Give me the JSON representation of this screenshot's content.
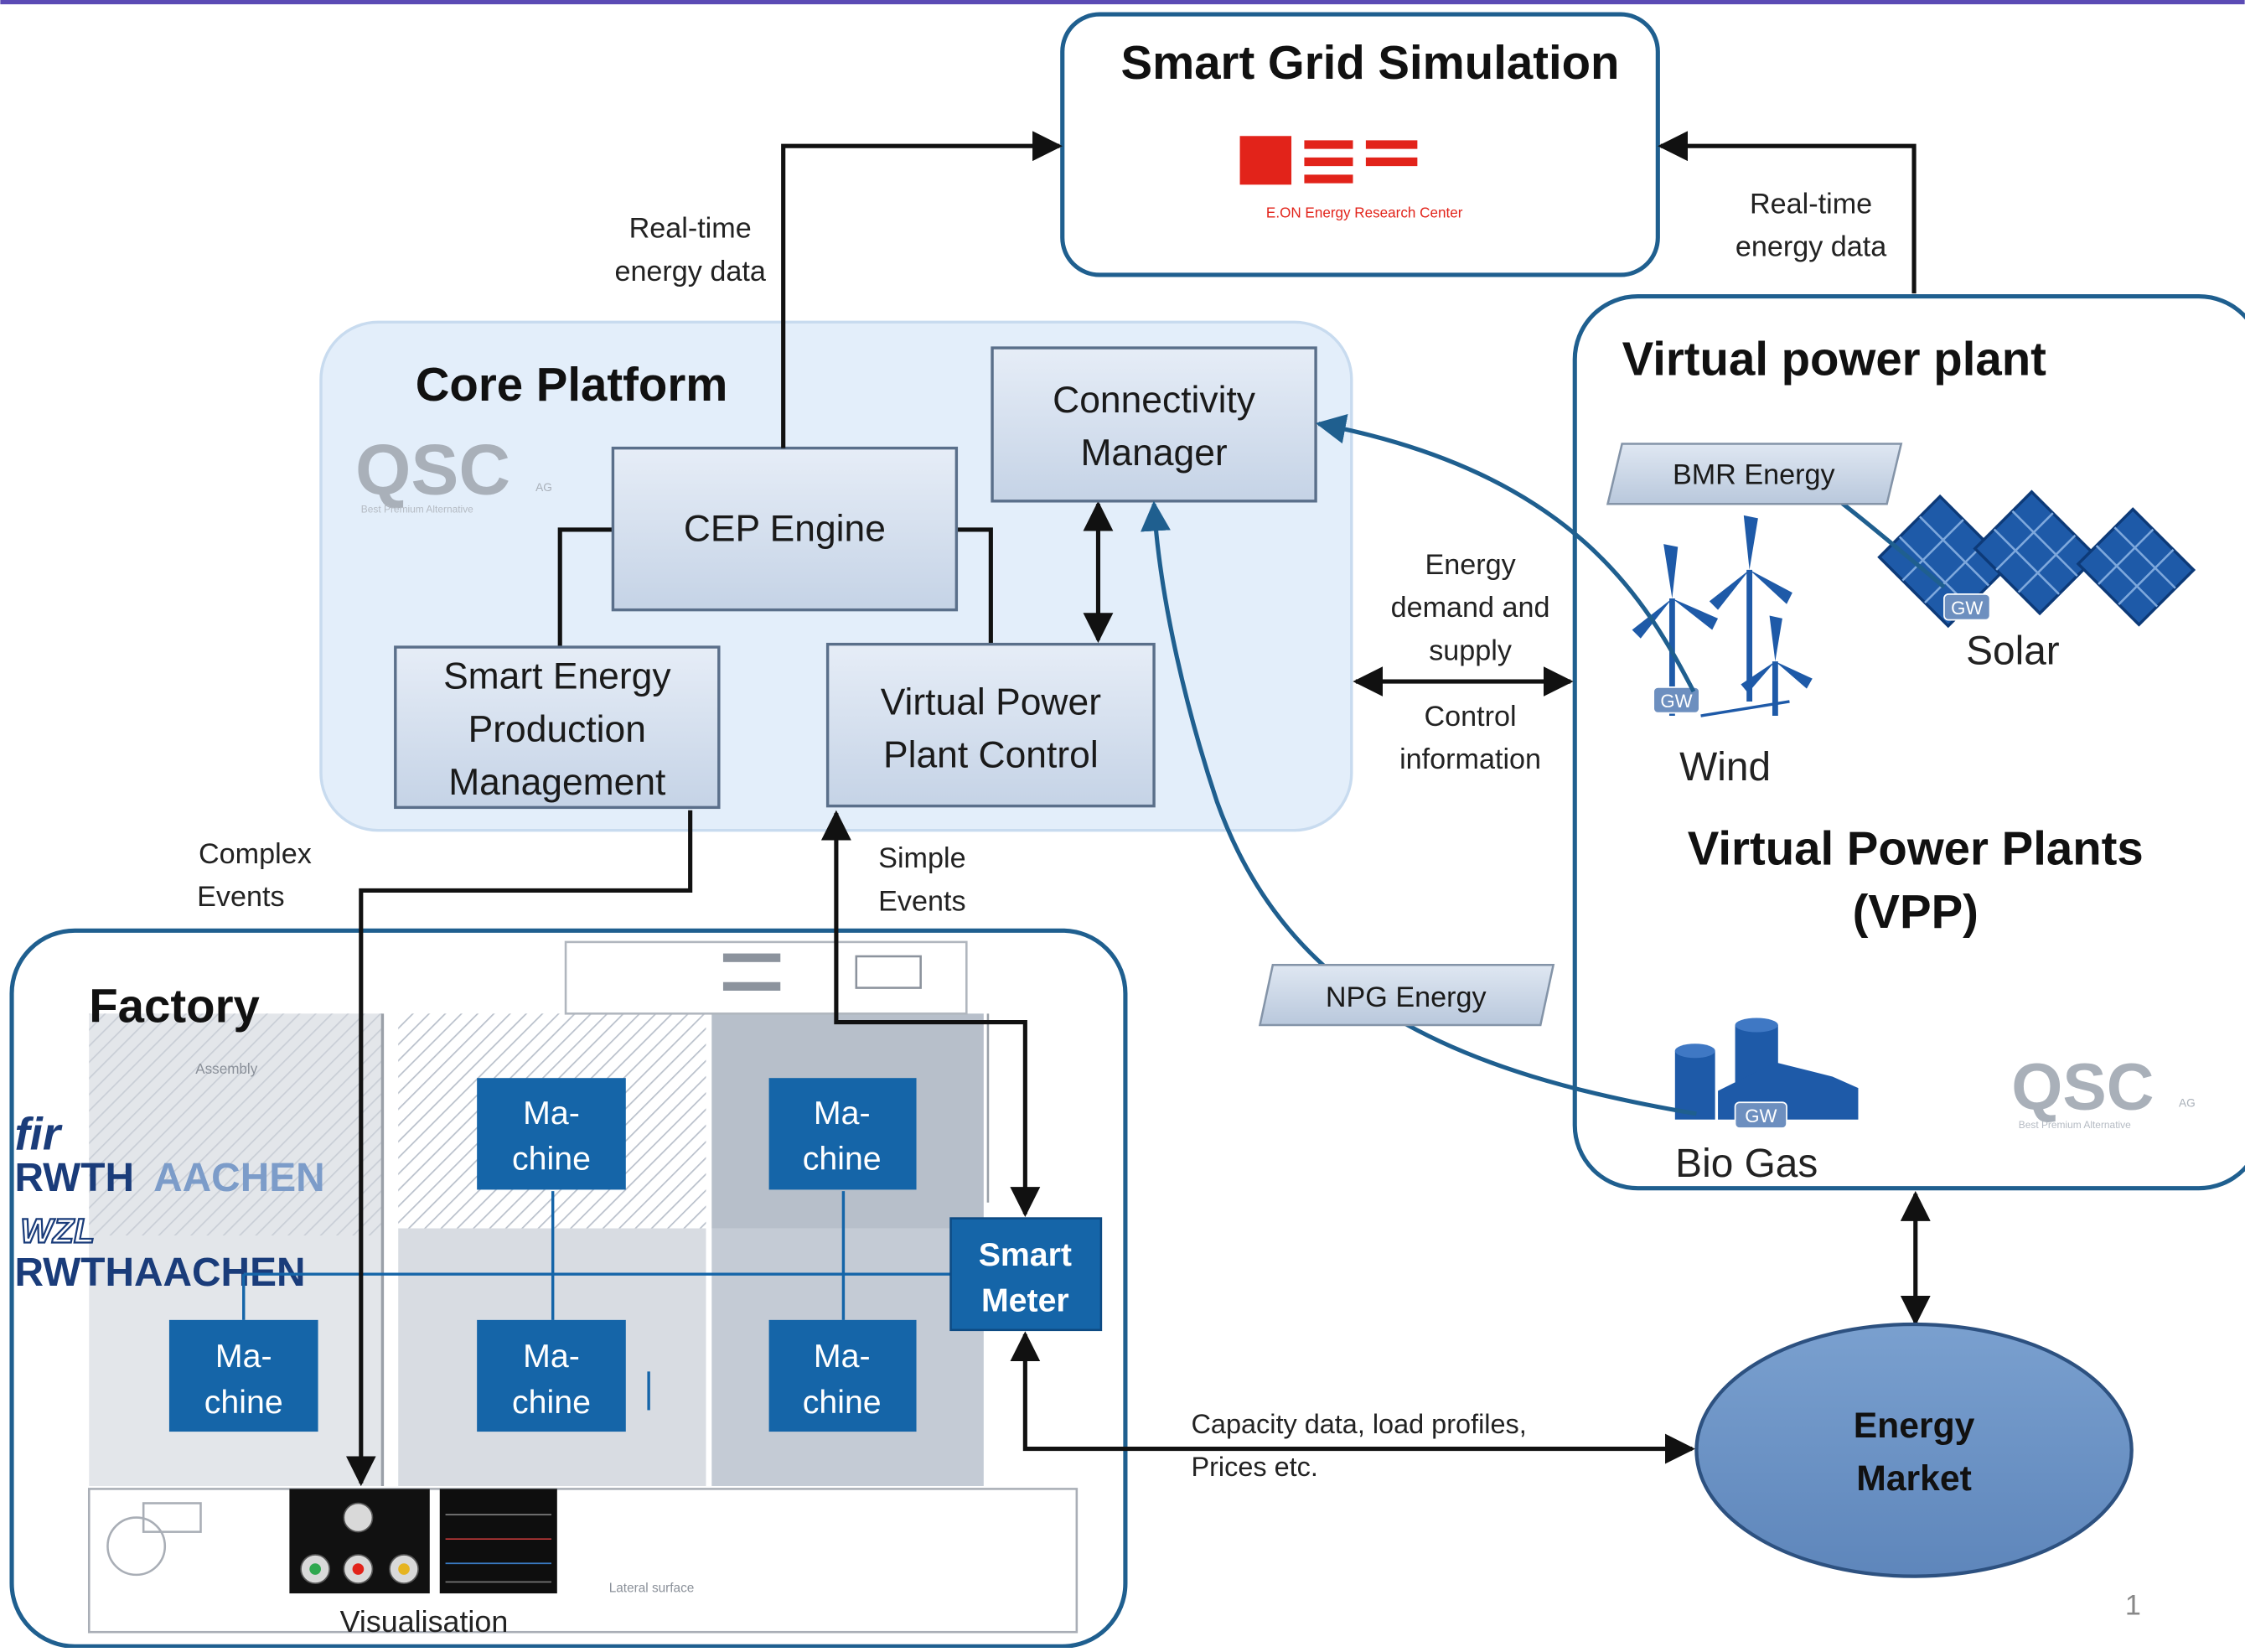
{
  "smart_grid": {
    "title": "Smart Grid Simulation",
    "logo_text": "E.ON Energy Research Center"
  },
  "core_platform": {
    "title": "Core Platform",
    "qsc_logo": "QSC",
    "qsc_suffix": "AG",
    "qsc_tagline": "Best Premium Alternative",
    "cep_engine": "CEP Engine",
    "connectivity_manager": [
      "Connectivity",
      "Manager"
    ],
    "smart_energy": [
      "Smart Energy",
      "Production",
      "Management"
    ],
    "vpp_control": [
      "Virtual Power",
      "Plant Control"
    ]
  },
  "labels": {
    "realtime_left": [
      "Real-time",
      "energy data"
    ],
    "realtime_right": [
      "Real-time",
      "energy data"
    ],
    "energy_demand": [
      "Energy",
      "demand and",
      "supply"
    ],
    "control_info": [
      "Control",
      "information"
    ],
    "complex_events": [
      "Complex",
      "Events"
    ],
    "simple_events": [
      "Simple",
      "Events"
    ],
    "capacity": [
      "Capacity data, load profiles,",
      "Prices etc."
    ],
    "bmr_energy": "BMR Energy",
    "npg_energy": "NPG Energy",
    "page_number": "1"
  },
  "vpp": {
    "title": "Virtual power plant",
    "solar": "Solar",
    "wind": "Wind",
    "bio_gas": "Bio Gas",
    "gw": "GW",
    "subtitle": [
      "Virtual Power Plants",
      "(VPP)"
    ],
    "qsc_logo": "QSC",
    "qsc_suffix": "AG",
    "qsc_tagline": "Best Premium Alternative"
  },
  "factory": {
    "title": "Factory",
    "machine_lines": [
      "Ma-",
      "chine"
    ],
    "smart_meter": [
      "Smart",
      "Meter"
    ],
    "visualisation": "Visualisation",
    "floor_labels": [
      "Assembly",
      "Lateral surface"
    ],
    "fir_logo": "fir",
    "rwth_aachen": [
      "RWTH",
      "AACHEN"
    ],
    "wzl_logo": "WZL",
    "rwthaachen2": "RWTHAACHEN"
  },
  "energy_market": [
    "Energy",
    "Market"
  ],
  "colors": {
    "panel_border": "#1f5f8f",
    "core_fill": "#e3eefa",
    "box_fill": "#d2deed",
    "machine_fill": "#1565a8",
    "market_fill": "#6f95c6",
    "eon_red": "#e2231a",
    "solar_blue": "#1e5aa8",
    "arrow_blue": "#1f5f8f"
  }
}
